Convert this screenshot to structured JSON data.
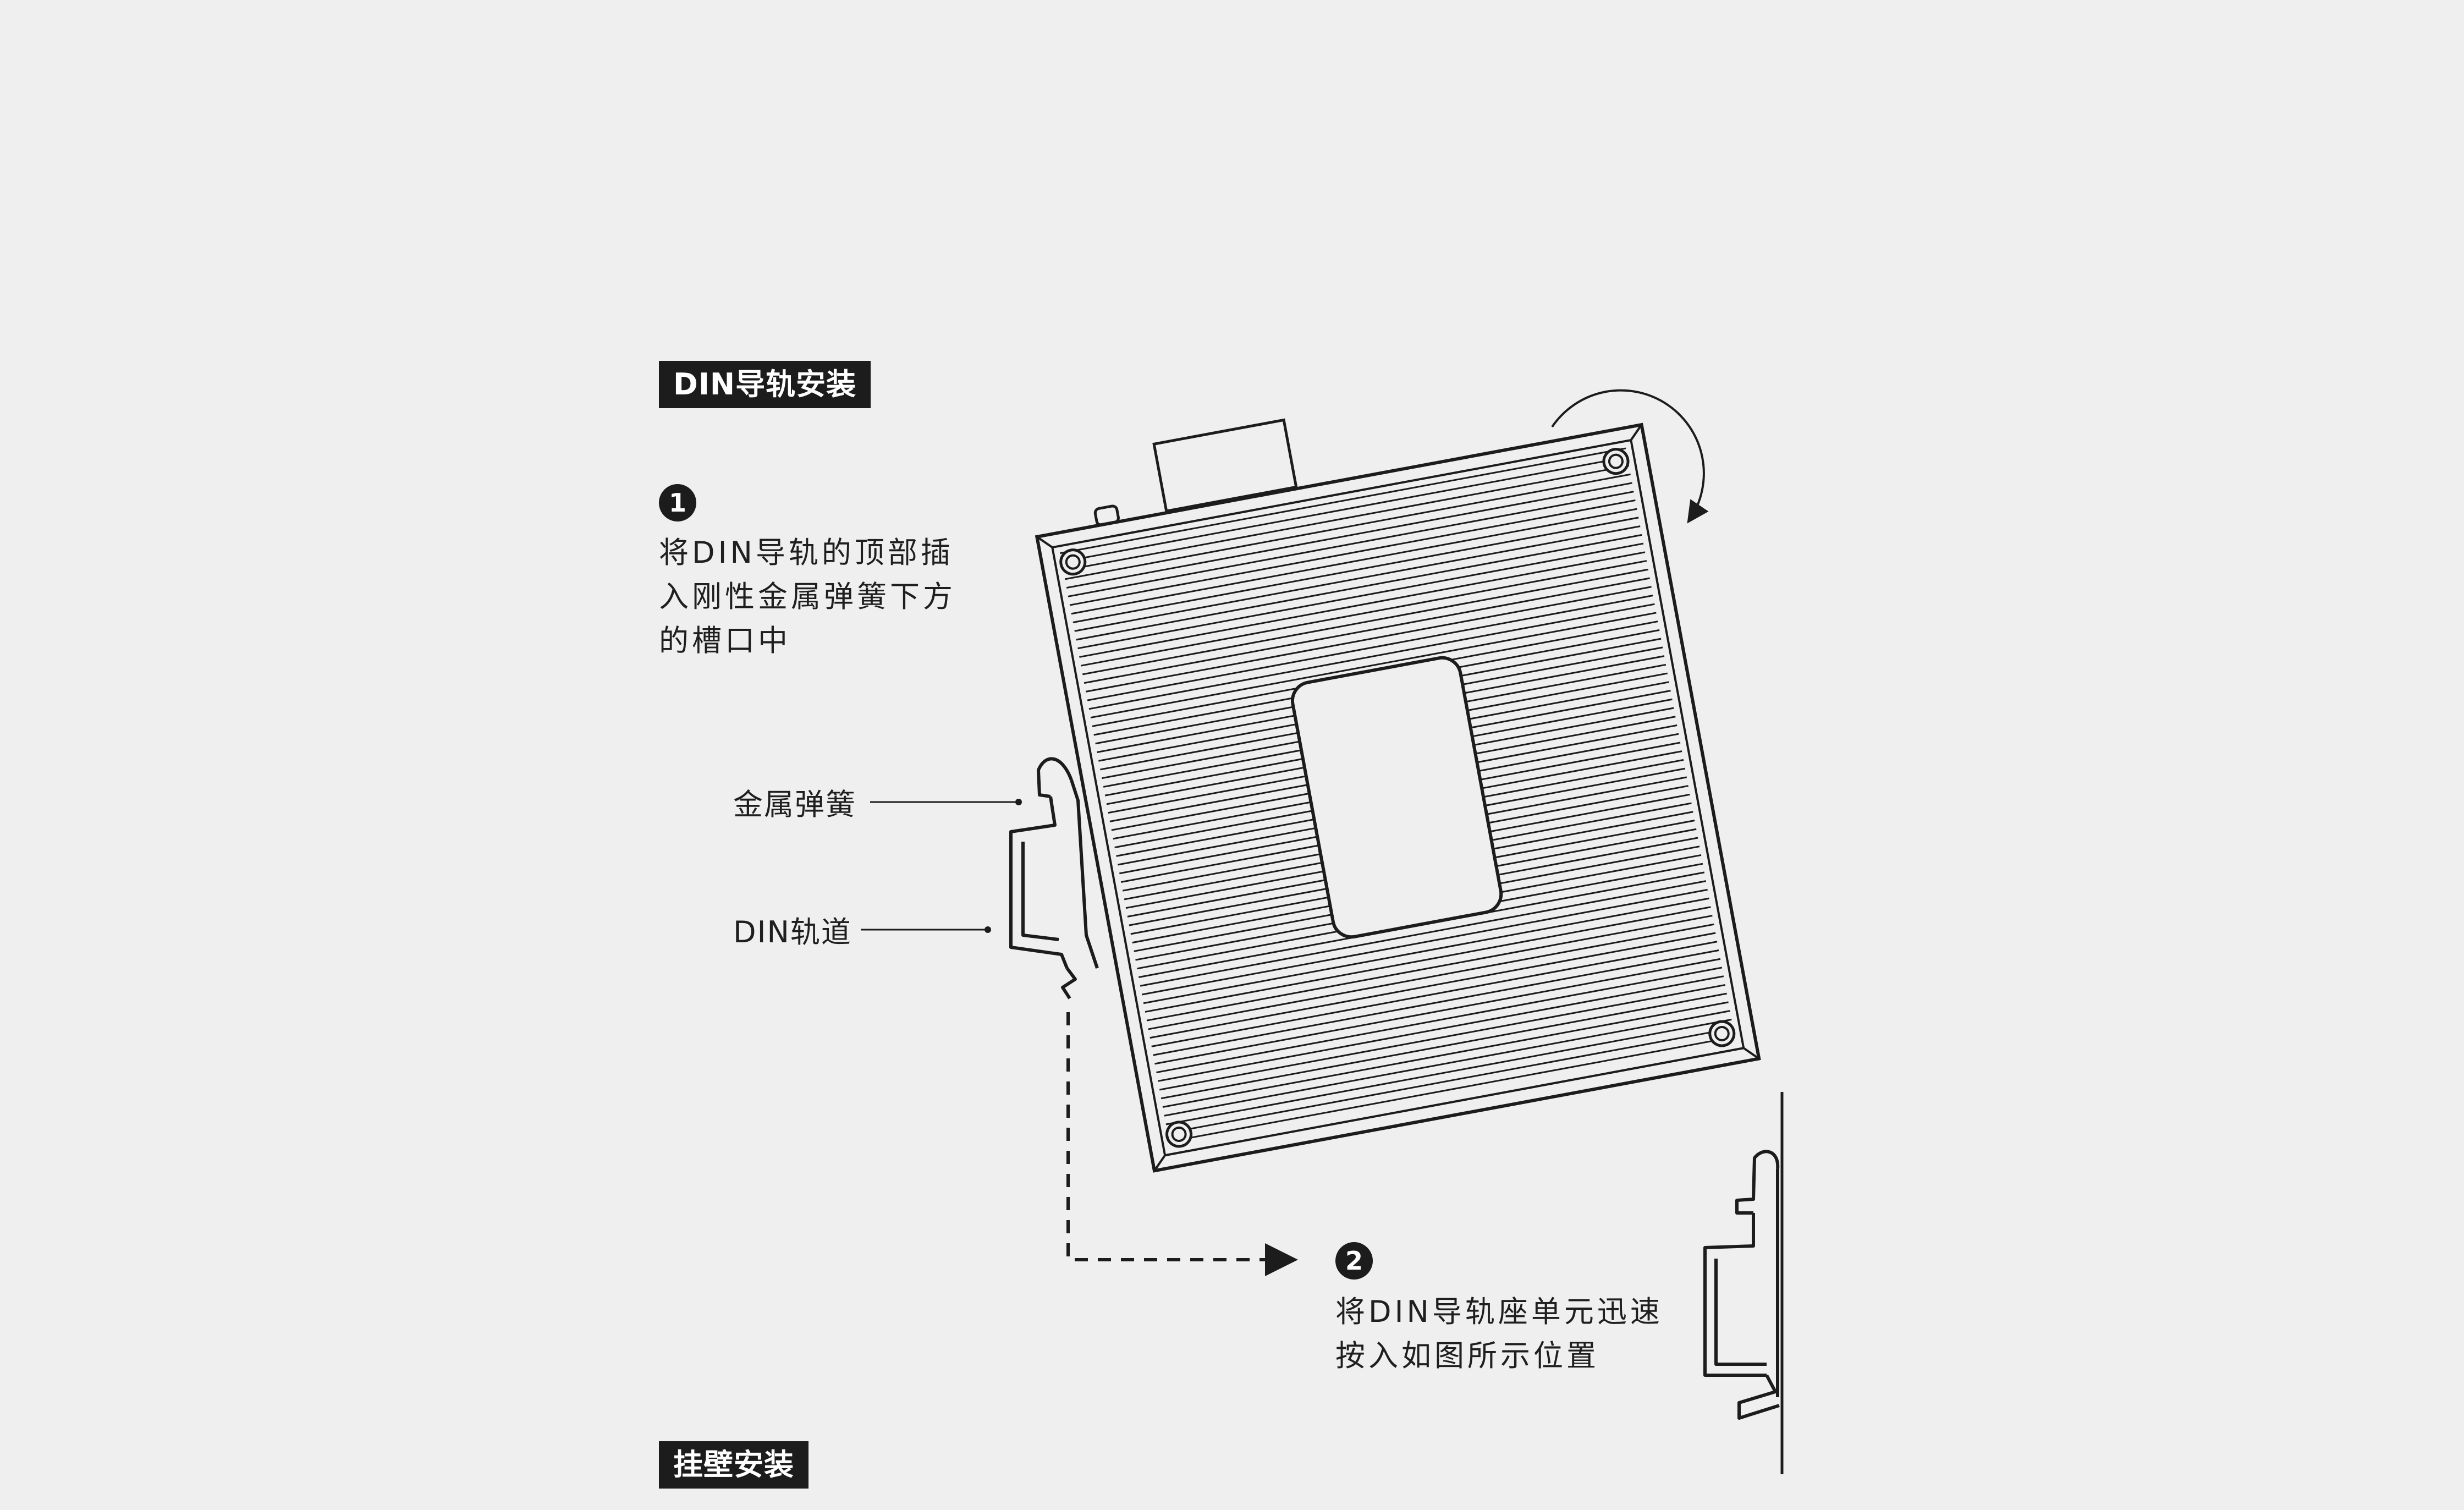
{
  "sections": {
    "din_title": "DIN导轨安装",
    "wall_title": "挂壁安装"
  },
  "steps": [
    {
      "number": "1",
      "text": "将DIN导轨的顶部插\n入刚性金属弹簧下方\n的槽口中"
    },
    {
      "number": "2",
      "text": "将DIN导轨座单元迅速\n按入如图所示位置"
    }
  ],
  "callouts": {
    "spring": "金属弹簧",
    "rail": "DIN轨道"
  },
  "colors": {
    "line": "#1c1c1c",
    "background": "#efefef"
  }
}
